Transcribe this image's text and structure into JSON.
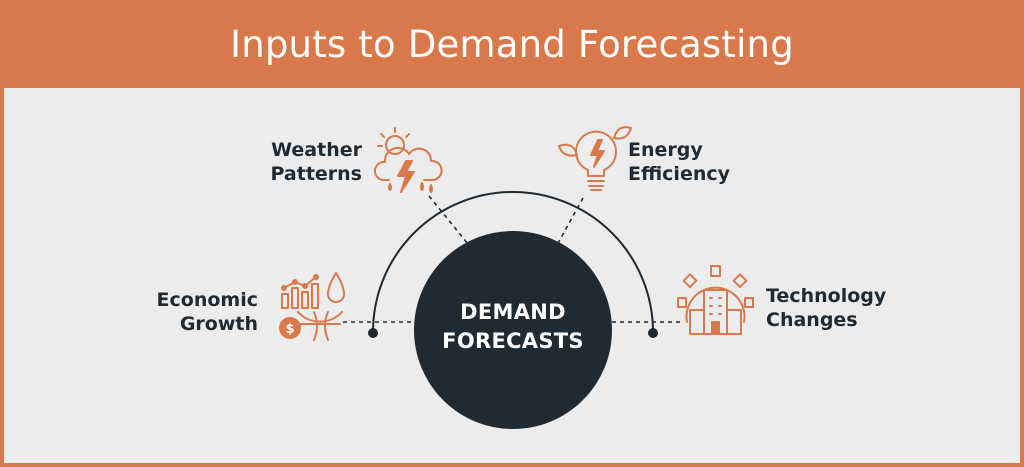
{
  "header": {
    "title": "Inputs to Demand Forecasting"
  },
  "colors": {
    "accent": "#d9794b",
    "dark": "#1f2a33",
    "panel": "#ececec",
    "text_on_accent": "#ffffff"
  },
  "hub": {
    "line1": "DEMAND",
    "line2": "FORECASTS"
  },
  "inputs": [
    {
      "line1": "Weather",
      "line2": "Patterns",
      "icon": "storm-cloud-icon"
    },
    {
      "line1": "Energy",
      "line2": "Efficiency",
      "icon": "eco-lightbulb-icon"
    },
    {
      "line1": "Economic",
      "line2": "Growth",
      "icon": "economy-chart-icon"
    },
    {
      "line1": "Technology",
      "line2": "Changes",
      "icon": "gear-building-icon"
    }
  ]
}
